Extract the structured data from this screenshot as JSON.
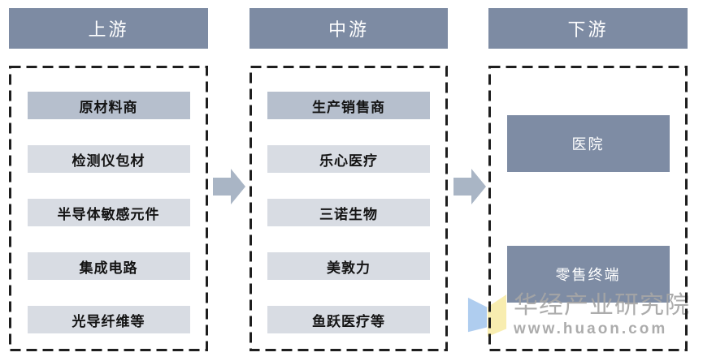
{
  "columns": [
    {
      "header": "上游",
      "items": [
        "原材料商",
        "检测仪包材",
        "半导体敏感元件",
        "集成电路",
        "光导纤维等"
      ]
    },
    {
      "header": "中游",
      "items": [
        "生产销售商",
        "乐心医疗",
        "三诺生物",
        "美敦力",
        "鱼跃医疗等"
      ]
    },
    {
      "header": "下游",
      "items": [
        "医院",
        "零售终端"
      ]
    }
  ],
  "watermark": {
    "brand": "华经产业研究院",
    "url": "www.huaon.com"
  },
  "colors": {
    "header-bg": "#7d8ba3",
    "block-bg": "#7e8ca4",
    "item-first-bg": "#b6bfcd",
    "item-bg": "#d8dce3",
    "dash": "#1e1e1e",
    "arrow": "#a9b5c5",
    "watermark-text": "#a6a6a6",
    "logo-blue": "#a9c9ee",
    "logo-yellow": "#f8ecaa",
    "text-dark": "#141414"
  }
}
